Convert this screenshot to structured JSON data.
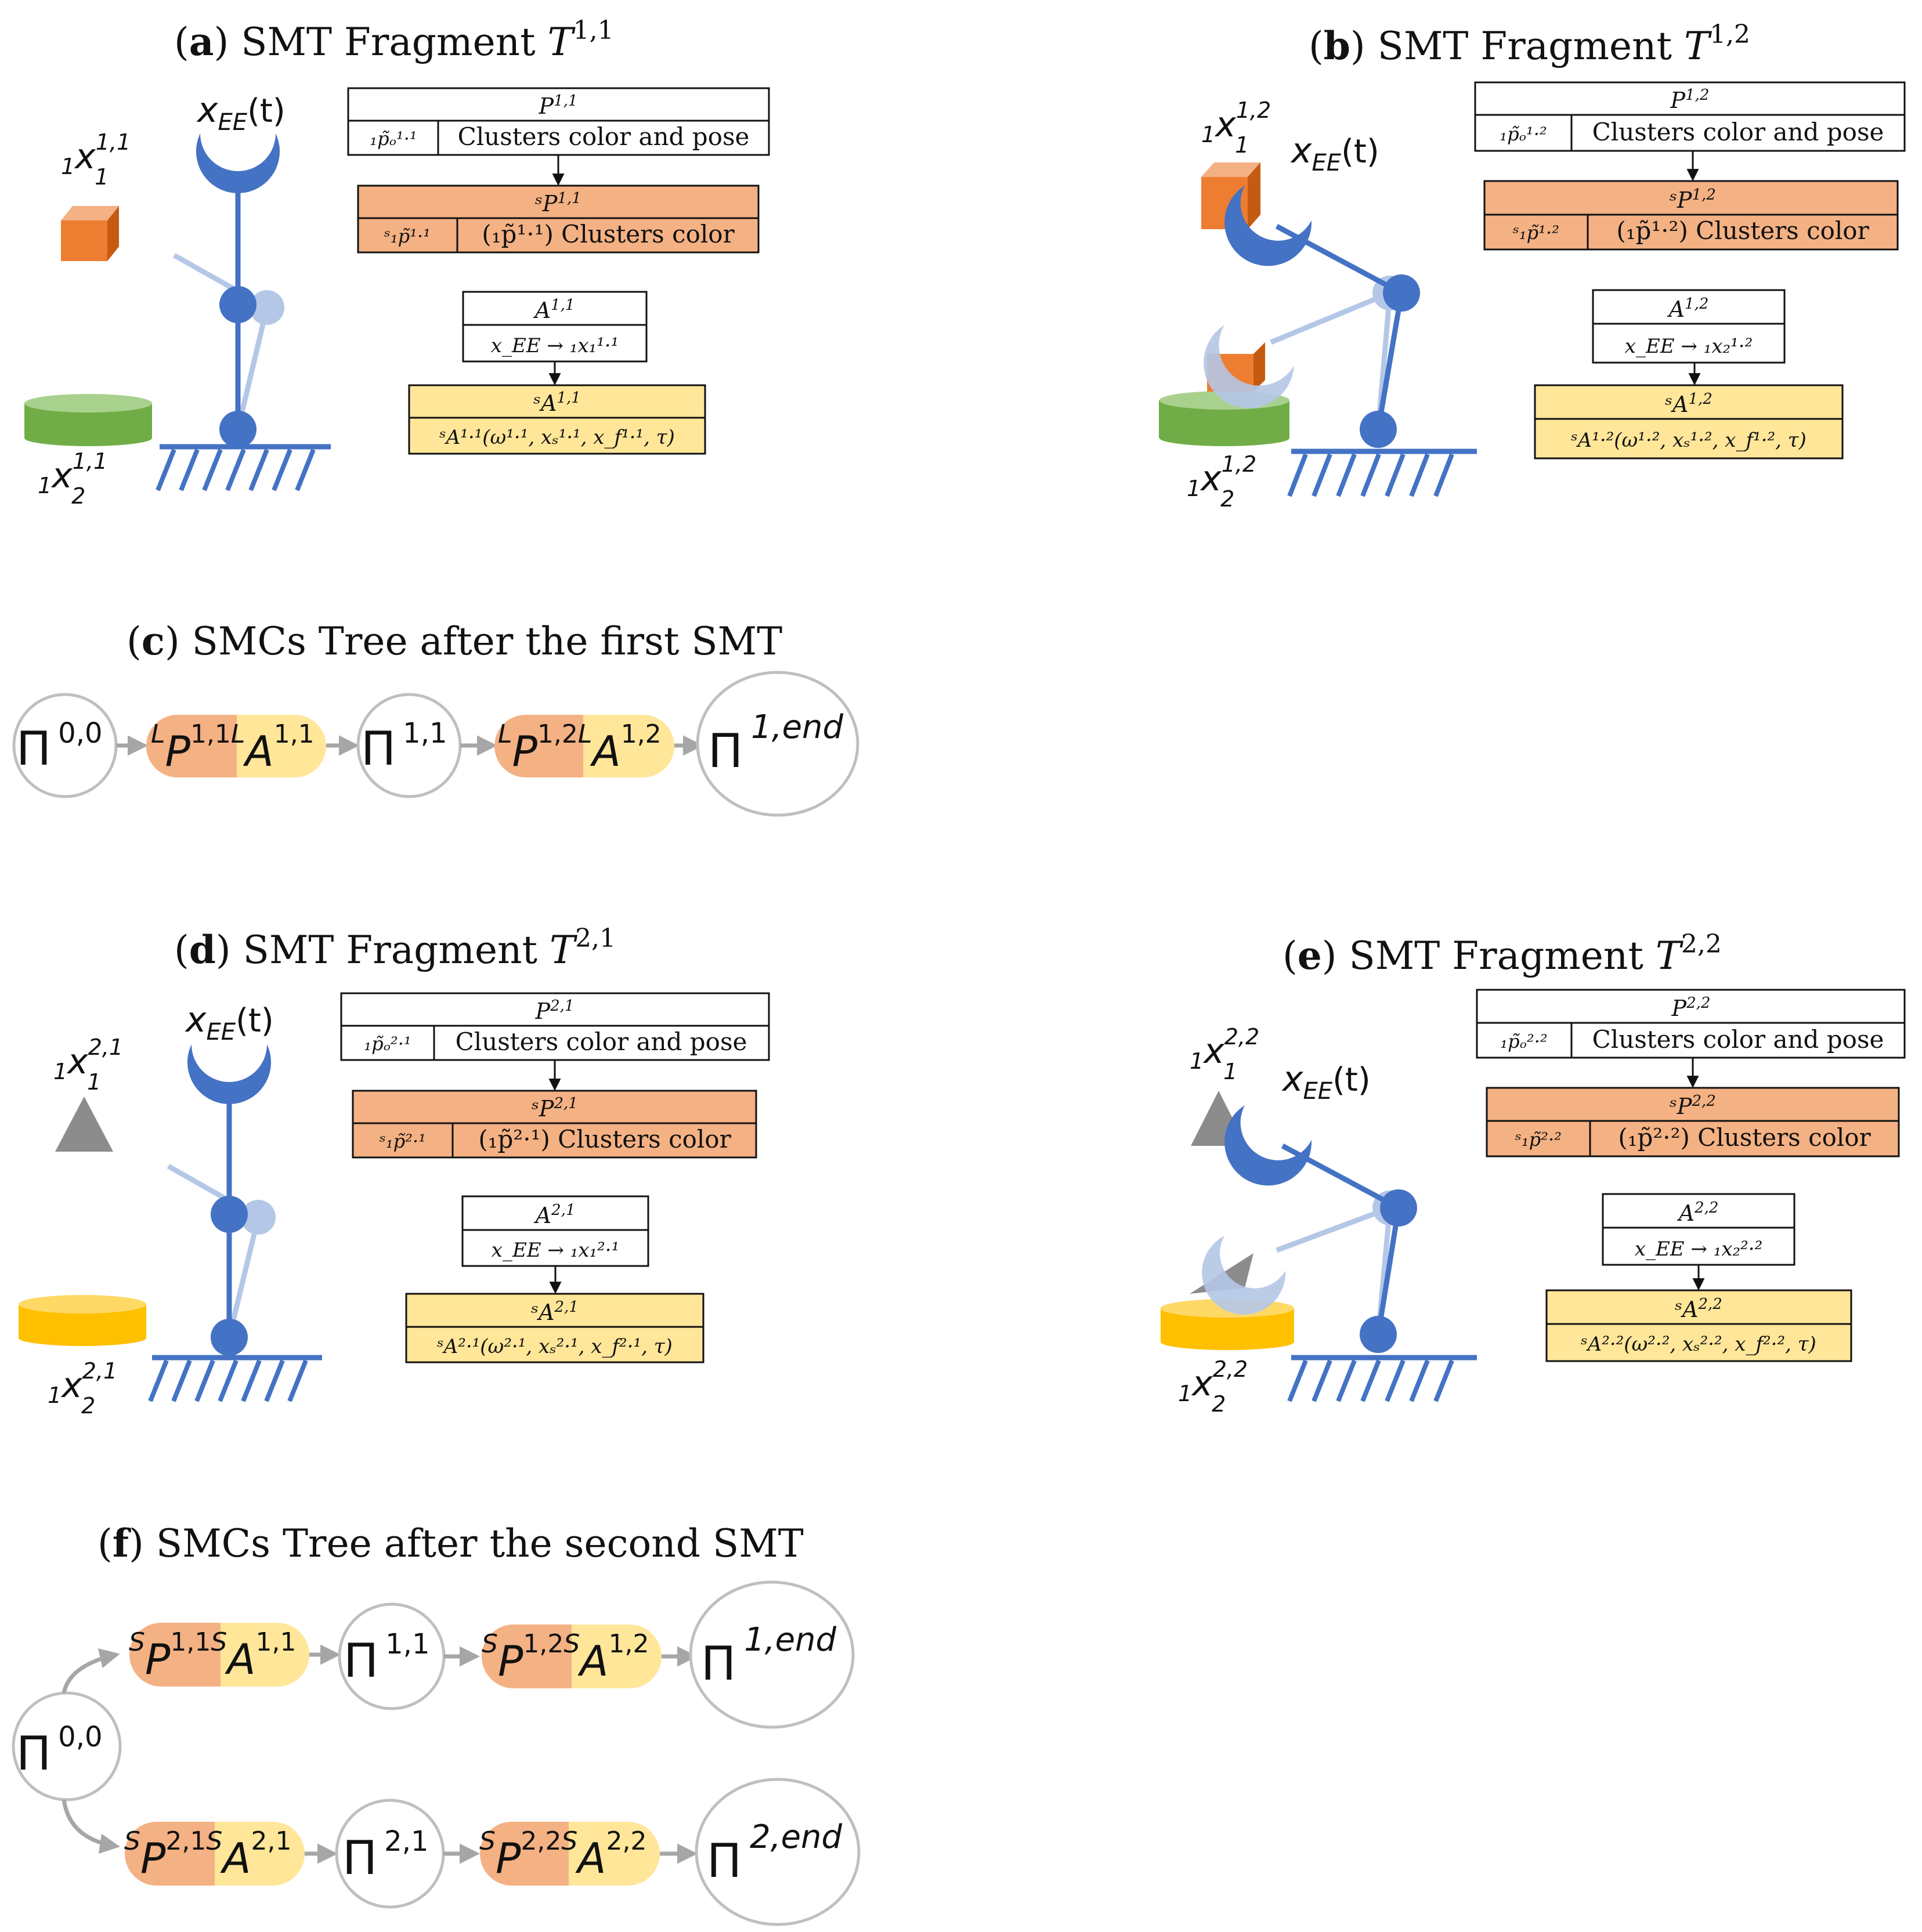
{
  "colors": {
    "robot": "#4472C4",
    "robot_light": "#B4C7E7",
    "perception": "#F4B183",
    "action": "#FFE699",
    "orange_cube": "#ED7D31",
    "green_disc": "#70AD47",
    "yellow_disc": "#FFC000",
    "gray_cone": "#8C8C8C",
    "node_stroke": "#BFBFBF",
    "arrow": "#A6A6A6"
  },
  "panels": {
    "a": {
      "letter": "a",
      "title_rest": ") SMT Fragment ",
      "title_sym": "T",
      "title_sup": "1,1",
      "ee_main": "x",
      "ee_sub": "EE",
      "ee_t": "(t)",
      "obj1": {
        "pre": "1",
        "main": "x",
        "sub": "1",
        "sup": "1,1"
      },
      "obj2": {
        "pre": "1",
        "main": "x",
        "sub": "2",
        "sup": "1,1"
      },
      "P": {
        "head": "P",
        "head_sup": "1,1",
        "cell1": "₁p̃ₒ¹·¹",
        "cell2": "Clusters color and pose"
      },
      "SP": {
        "head": "ˢP",
        "head_sup": "1,1",
        "cell1": "ˢ₁p̃¹·¹",
        "cell2": "(₁p̃¹·¹) Clusters color"
      },
      "A": {
        "head": "A",
        "head_sup": "1,1",
        "row": "x_EE → ₁x₁¹·¹"
      },
      "SA": {
        "head": "ˢA",
        "head_sup": "1,1",
        "row": "ˢA¹·¹(ω¹·¹, xₛ¹·¹, x_f¹·¹, τ)"
      }
    },
    "b": {
      "letter": "b",
      "title_rest": ") SMT Fragment ",
      "title_sym": "T",
      "title_sup": "1,2",
      "ee_main": "x",
      "ee_sub": "EE",
      "ee_t": "(t)",
      "obj1": {
        "pre": "1",
        "main": "x",
        "sub": "1",
        "sup": "1,2"
      },
      "obj2": {
        "pre": "1",
        "main": "x",
        "sub": "2",
        "sup": "1,2"
      },
      "P": {
        "head": "P",
        "head_sup": "1,2",
        "cell1": "₁p̃ₒ¹·²",
        "cell2": "Clusters color and pose"
      },
      "SP": {
        "head": "ˢP",
        "head_sup": "1,2",
        "cell1": "ˢ₁p̃¹·²",
        "cell2": "(₁p̃¹·²) Clusters color"
      },
      "A": {
        "head": "A",
        "head_sup": "1,2",
        "row": "x_EE → ₁x₂¹·²"
      },
      "SA": {
        "head": "ˢA",
        "head_sup": "1,2",
        "row": "ˢA¹·²(ω¹·², xₛ¹·², x_f¹·², τ)"
      }
    },
    "d": {
      "letter": "d",
      "title_rest": ") SMT Fragment ",
      "title_sym": "T",
      "title_sup": "2,1",
      "ee_main": "x",
      "ee_sub": "EE",
      "ee_t": "(t)",
      "obj1": {
        "pre": "1",
        "main": "x",
        "sub": "1",
        "sup": "2,1"
      },
      "obj2": {
        "pre": "1",
        "main": "x",
        "sub": "2",
        "sup": "2,1"
      },
      "P": {
        "head": "P",
        "head_sup": "2,1",
        "cell1": "₁p̃ₒ²·¹",
        "cell2": "Clusters color and pose"
      },
      "SP": {
        "head": "ˢP",
        "head_sup": "2,1",
        "cell1": "ˢ₁p̃²·¹",
        "cell2": "(₁p̃²·¹) Clusters color"
      },
      "A": {
        "head": "A",
        "head_sup": "2,1",
        "row": "x_EE → ₁x₁²·¹"
      },
      "SA": {
        "head": "ˢA",
        "head_sup": "2,1",
        "row": "ˢA²·¹(ω²·¹, xₛ²·¹, x_f²·¹, τ)"
      }
    },
    "e": {
      "letter": "e",
      "title_rest": ") SMT Fragment ",
      "title_sym": "T",
      "title_sup": "2,2",
      "ee_main": "x",
      "ee_sub": "EE",
      "ee_t": "(t)",
      "obj1": {
        "pre": "1",
        "main": "x",
        "sub": "1",
        "sup": "2,2"
      },
      "obj2": {
        "pre": "1",
        "main": "x",
        "sub": "2",
        "sup": "2,2"
      },
      "P": {
        "head": "P",
        "head_sup": "2,2",
        "cell1": "₁p̃ₒ²·²",
        "cell2": "Clusters color and pose"
      },
      "SP": {
        "head": "ˢP",
        "head_sup": "2,2",
        "cell1": "ˢ₁p̃²·²",
        "cell2": "(₁p̃²·²) Clusters color"
      },
      "A": {
        "head": "A",
        "head_sup": "2,2",
        "row": "x_EE → ₁x₂²·²"
      },
      "SA": {
        "head": "ˢA",
        "head_sup": "2,2",
        "row": "ˢA²·²(ω²·², xₛ²·², x_f²·², τ)"
      }
    }
  },
  "tree_c": {
    "letter": "c",
    "title_rest": ") SMCs Tree after the first SMT",
    "nodes": [
      {
        "sym": "Π",
        "sup": "0,0"
      },
      {
        "sym": "Π",
        "sup": "1,1"
      },
      {
        "sym": "Π",
        "sup": "1,end"
      }
    ],
    "edges": [
      {
        "p_pre": "L",
        "p": "P",
        "p_sup": "1,1",
        "a_pre": "L",
        "a": "A",
        "a_sup": "1,1"
      },
      {
        "p_pre": "L",
        "p": "P",
        "p_sup": "1,2",
        "a_pre": "L",
        "a": "A",
        "a_sup": "1,2"
      }
    ]
  },
  "tree_f": {
    "letter": "f",
    "title_rest": ") SMCs Tree after the second SMT",
    "root": {
      "sym": "Π",
      "sup": "0,0"
    },
    "upper_nodes": [
      {
        "sym": "Π",
        "sup": "1,1"
      },
      {
        "sym": "Π",
        "sup": "1,end"
      }
    ],
    "lower_nodes": [
      {
        "sym": "Π",
        "sup": "2,1"
      },
      {
        "sym": "Π",
        "sup": "2,end"
      }
    ],
    "upper_edges": [
      {
        "p_pre": "S",
        "p": "P",
        "p_sup": "1,1",
        "a_pre": "S",
        "a": "A",
        "a_sup": "1,1"
      },
      {
        "p_pre": "S",
        "p": "P",
        "p_sup": "1,2",
        "a_pre": "S",
        "a": "A",
        "a_sup": "1,2"
      }
    ],
    "lower_edges": [
      {
        "p_pre": "S",
        "p": "P",
        "p_sup": "2,1",
        "a_pre": "S",
        "a": "A",
        "a_sup": "2,1"
      },
      {
        "p_pre": "S",
        "p": "P",
        "p_sup": "2,2",
        "a_pre": "S",
        "a": "A",
        "a_sup": "2,2"
      }
    ]
  }
}
